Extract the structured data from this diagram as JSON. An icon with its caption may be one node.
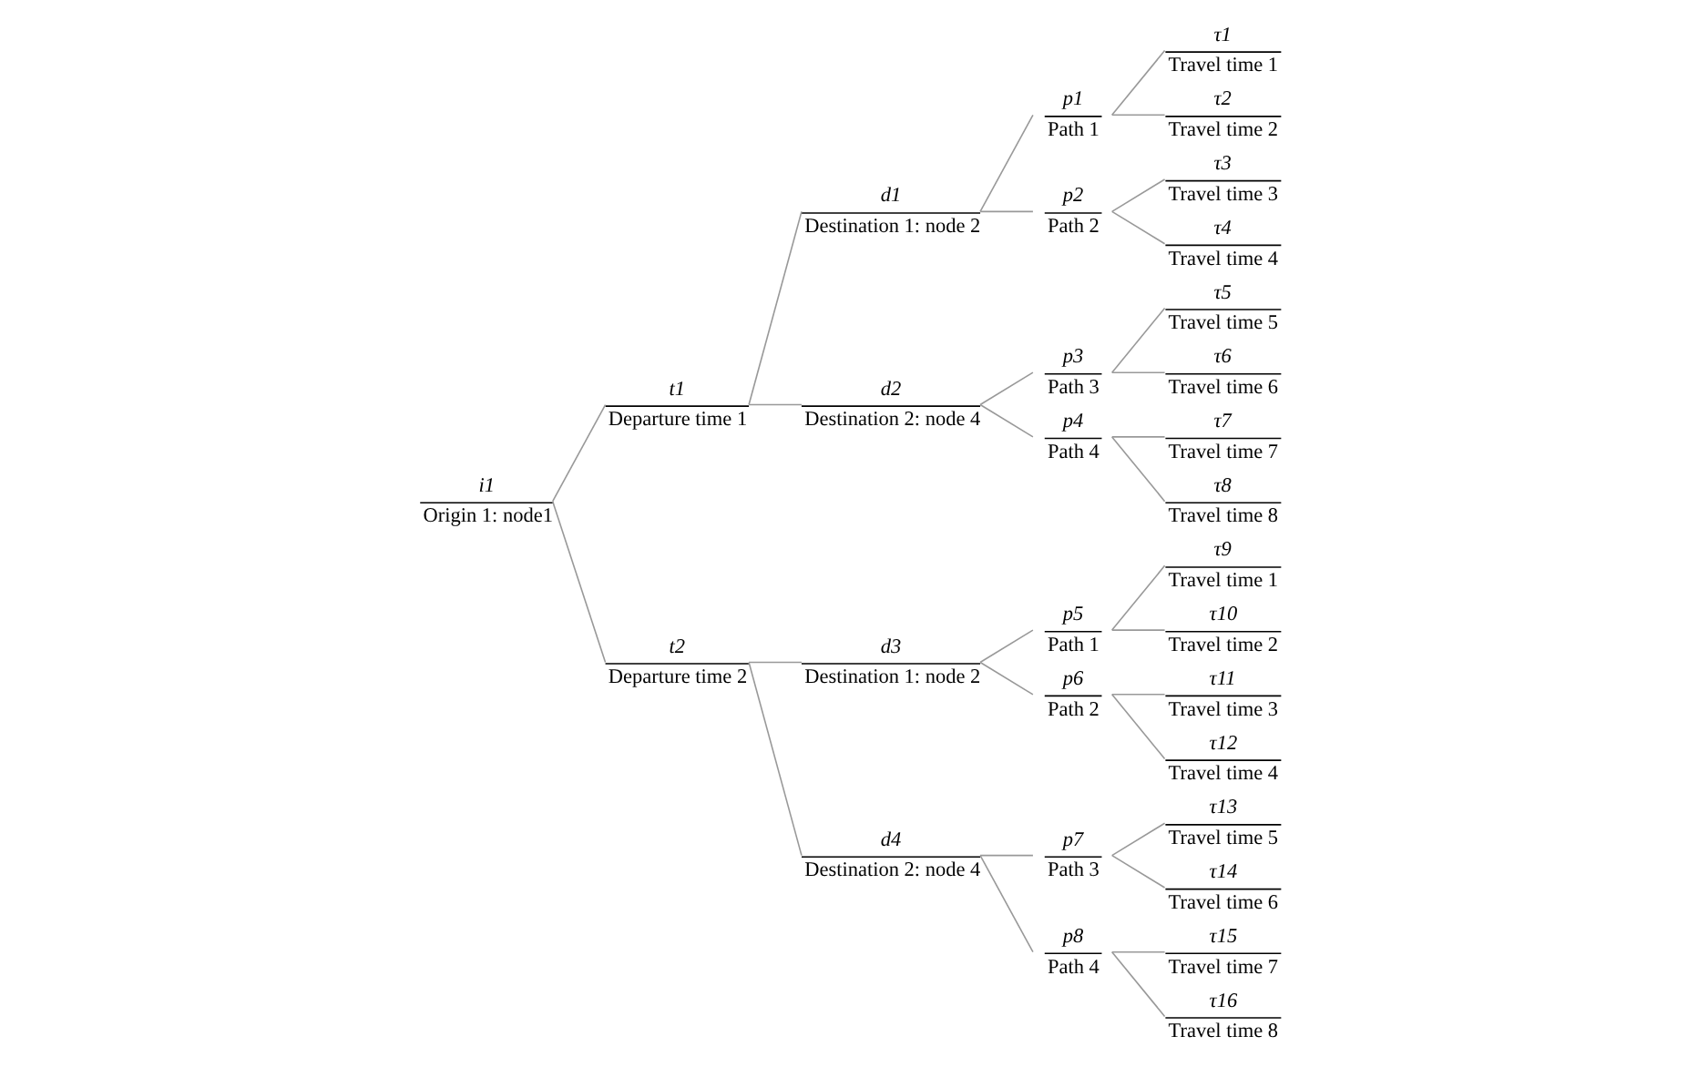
{
  "diagram": {
    "nodes": [
      {
        "text": [
          "i1",
          "Origin 1: node1"
        ]
      },
      {
        "text": [
          "t1",
          "Departure time 1"
        ]
      },
      {
        "text": [
          "d1",
          "Destination 1: node 2"
        ]
      },
      {
        "text": [
          "p1",
          "Path 1"
        ]
      },
      {
        "text": [
          "τ1",
          "Travel time 1"
        ]
      },
      {
        "text": [
          "τ2",
          "Travel time 2"
        ]
      },
      {
        "text": [
          "p2",
          "Path 2"
        ]
      },
      {
        "text": [
          "τ3",
          "Travel time 3"
        ]
      },
      {
        "text": [
          "τ4",
          "Travel time 4"
        ]
      },
      {
        "text": [
          "d2",
          "Destination 2: node 4"
        ]
      },
      {
        "text": [
          "p3",
          "Path 3"
        ]
      },
      {
        "text": [
          "τ5",
          "Travel time 5"
        ]
      },
      {
        "text": [
          "τ6",
          "Travel time 6"
        ]
      },
      {
        "text": [
          "p4",
          "Path 4"
        ]
      },
      {
        "text": [
          "τ7",
          "Travel time 7"
        ]
      },
      {
        "text": [
          "τ8",
          "Travel time 8"
        ]
      },
      {
        "text": [
          "t2",
          "Departure time 2"
        ]
      },
      {
        "text": [
          "d3",
          "Destination 1: node 2"
        ]
      },
      {
        "text": [
          "p5",
          "Path 1"
        ]
      },
      {
        "text": [
          "τ9",
          "Travel time 1"
        ]
      },
      {
        "text": [
          "τ10",
          "Travel time 2"
        ]
      },
      {
        "text": [
          "p6",
          "Path 2"
        ]
      },
      {
        "text": [
          "τ11",
          "Travel time 3"
        ]
      },
      {
        "text": [
          "τ12",
          "Travel time 4"
        ]
      },
      {
        "text": [
          "d4",
          "Destination 2: node 4"
        ]
      },
      {
        "text": [
          "p7",
          "Path 3"
        ]
      },
      {
        "text": [
          "τ13",
          "Travel time 5"
        ]
      },
      {
        "text": [
          "τ14",
          "Travel time 6"
        ]
      },
      {
        "text": [
          "p8",
          "Path 4"
        ]
      },
      {
        "text": [
          "τ15",
          "Travel time 7"
        ]
      },
      {
        "text": [
          "τ16",
          "Travel time 8"
        ]
      }
    ],
    "edges": [
      {
        "from": 0,
        "to": 1,
        "arrow": "none"
      },
      {
        "from": 1,
        "to": 2,
        "arrow": "none"
      },
      {
        "from": 2,
        "to": 3,
        "arrow": "none"
      },
      {
        "from": 3,
        "to": 4,
        "arrow": "none"
      },
      {
        "from": 3,
        "to": 5,
        "arrow": "none"
      },
      {
        "from": 2,
        "to": 6,
        "arrow": "none"
      },
      {
        "from": 6,
        "to": 7,
        "arrow": "none"
      },
      {
        "from": 6,
        "to": 8,
        "arrow": "none"
      },
      {
        "from": 1,
        "to": 9,
        "arrow": "none"
      },
      {
        "from": 9,
        "to": 10,
        "arrow": "none"
      },
      {
        "from": 10,
        "to": 11,
        "arrow": "none"
      },
      {
        "from": 10,
        "to": 12,
        "arrow": "none"
      },
      {
        "from": 9,
        "to": 13,
        "arrow": "none"
      },
      {
        "from": 13,
        "to": 14,
        "arrow": "none"
      },
      {
        "from": 13,
        "to": 15,
        "arrow": "none"
      },
      {
        "from": 0,
        "to": 16,
        "arrow": "none"
      },
      {
        "from": 16,
        "to": 17,
        "arrow": "none"
      },
      {
        "from": 17,
        "to": 18,
        "arrow": "none"
      },
      {
        "from": 18,
        "to": 19,
        "arrow": "none"
      },
      {
        "from": 18,
        "to": 20,
        "arrow": "none"
      },
      {
        "from": 17,
        "to": 21,
        "arrow": "none"
      },
      {
        "from": 21,
        "to": 22,
        "arrow": "none"
      },
      {
        "from": 21,
        "to": 23,
        "arrow": "none"
      },
      {
        "from": 16,
        "to": 24,
        "arrow": "none"
      },
      {
        "from": 24,
        "to": 25,
        "arrow": "none"
      },
      {
        "from": 25,
        "to": 26,
        "arrow": "none"
      },
      {
        "from": 25,
        "to": 27,
        "arrow": "none"
      },
      {
        "from": 24,
        "to": 28,
        "arrow": "none"
      },
      {
        "from": 28,
        "to": 29,
        "arrow": "none"
      },
      {
        "from": 28,
        "to": 30,
        "arrow": "none"
      }
    ]
  }
}
